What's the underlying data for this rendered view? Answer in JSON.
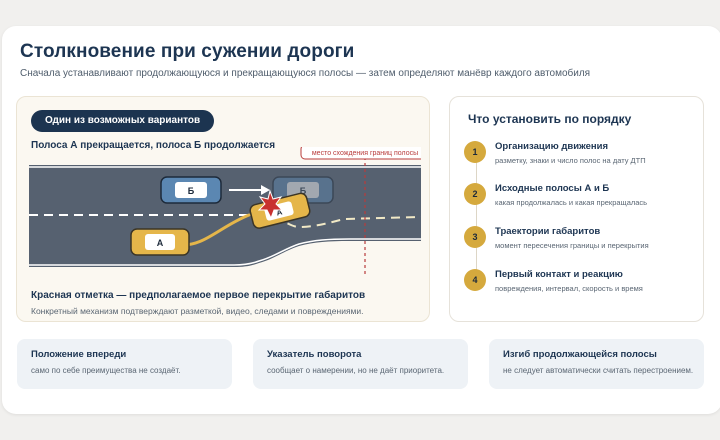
{
  "header": {
    "title": "Столкновение при сужении дороги",
    "subtitle": "Сначала устанавливают продолжающуюся и прекращающуюся полосы — затем определяют манёвр каждого автомобиля"
  },
  "diagram": {
    "badge": "Один из возможных вариантов",
    "scenario": "Полоса А прекращается, полоса Б продолжается",
    "merge_point_label": "место схождения границ полосы",
    "car_a_label": "А",
    "car_b_label": "Б",
    "car_b_ghost_label": "Б",
    "car_merged_label": "А",
    "note_title": "Красная отметка — предполагаемое первое перекрытие габаритов",
    "note_sub": "Конкретный механизм подтверждают разметкой, видео, следами и повреждениями.",
    "colors": {
      "road": "#566170",
      "car_a": "#e5b64a",
      "car_b": "#5b87b2",
      "impact": "#c8312f",
      "merge_marker": "#b83b3b"
    }
  },
  "steps": {
    "title": "Что установить по порядку",
    "items": [
      {
        "num": "1",
        "title": "Организацию движения",
        "desc": "разметку, знаки и число полос на дату ДТП"
      },
      {
        "num": "2",
        "title": "Исходные полосы А и Б",
        "desc": "какая продолжалась и какая прекращалась"
      },
      {
        "num": "3",
        "title": "Траектории габаритов",
        "desc": "момент пересечения границы и перекрытия"
      },
      {
        "num": "4",
        "title": "Первый контакт и реакцию",
        "desc": "повреждения, интервал, скорость и время"
      }
    ]
  },
  "info_cards": [
    {
      "title": "Положение впереди",
      "desc": "само по себе преимущества не создаёт."
    },
    {
      "title": "Указатель поворота",
      "desc": "сообщает о намерении, но не даёт приоритета."
    },
    {
      "title": "Изгиб продолжающейся полосы",
      "desc": "не следует автоматически считать перестроением."
    }
  ]
}
